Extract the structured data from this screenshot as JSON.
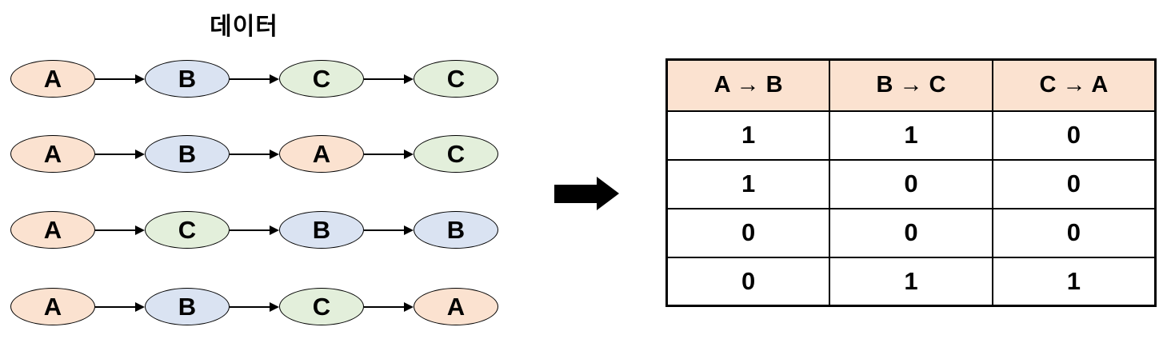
{
  "title": "데이터",
  "diagram": {
    "rows": [
      {
        "nodes": [
          "A",
          "B",
          "C",
          "C"
        ]
      },
      {
        "nodes": [
          "A",
          "B",
          "A",
          "C"
        ]
      },
      {
        "nodes": [
          "A",
          "C",
          "B",
          "B"
        ]
      },
      {
        "nodes": [
          "A",
          "B",
          "C",
          "A"
        ]
      }
    ]
  },
  "node_colors": {
    "A": "#FBE2D0",
    "B": "#DAE3F2",
    "C": "#E3EFDB"
  },
  "table": {
    "header_bg": "#FBE2D0",
    "headers": [
      "A → B",
      "B → C",
      "C → A"
    ],
    "rows": [
      [
        "1",
        "1",
        "0"
      ],
      [
        "1",
        "0",
        "0"
      ],
      [
        "0",
        "0",
        "0"
      ],
      [
        "0",
        "1",
        "1"
      ]
    ]
  }
}
